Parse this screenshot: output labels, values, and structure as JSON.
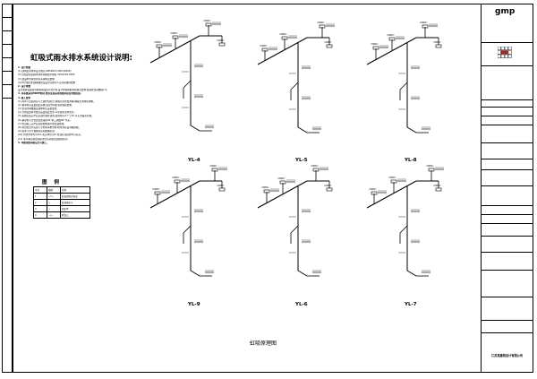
{
  "drawing": {
    "notes_title": "虹吸式雨水排水系统设计说明:",
    "notes": [
      {
        "text": "1. 设计依据",
        "heading": true
      },
      {
        "text": "(1) 建筑给水排水设计规范 GB50015-2003(2009)",
        "heading": false
      },
      {
        "text": "(2) 虹吸式屋面雨水排水系统技术规程 CECS183:2005",
        "heading": false
      },
      {
        "text": "(3) 建设单位提供的有关资料及要求",
        "heading": false
      },
      {
        "text": "(4) 甲方提供的建筑图纸及设计院技术人员对系统的要求",
        "heading": false
      },
      {
        "text": "2. 设计参数",
        "heading": true
      },
      {
        "text": "设计暴雨强度按当地暴雨强度公式计算,设计重现期取值按规范要求,屋面径流系数取1.0。",
        "heading": false
      },
      {
        "text": "3. 本系统采用HDPE管材,管道连接采用热熔对接及电熔连接。",
        "heading": true
      },
      {
        "text": "4. 施工要求",
        "heading": true
      },
      {
        "text": "(1) 雨水斗安装前应与土建密切配合,预留孔洞位置准确,确保天沟排水通畅。",
        "heading": false
      },
      {
        "text": "(2) 悬吊管应设置固定系统,固定件间距满足规程要求。",
        "heading": false
      },
      {
        "text": "(3) 管道穿越楼板及墙体时应设置套管。",
        "heading": false
      },
      {
        "text": "(4) 立管底部转弯处应设置固定支架,以承受水流冲击力。",
        "heading": false
      },
      {
        "text": "(5) 系统安装完毕后应进行灌水试验,试验时间不少于1h,以无渗漏为合格。",
        "heading": false
      },
      {
        "text": "(6) 悬吊管与立管连接处采用45°斜三通或90°弯头。",
        "heading": false
      },
      {
        "text": "(7) 管道施工完毕后应按要求进行防结露处理。",
        "heading": false
      },
      {
        "text": "(8) 排出管出户后接入室外雨水检查井,检查井应设消能措施。",
        "heading": false
      },
      {
        "text": "(9) 雨水斗型号规格详见系统图标注。",
        "heading": false
      },
      {
        "text": "(10) 管径单位均为mm,标高单位为m,管道标高指管中心标高。",
        "heading": false
      },
      {
        "text": "(11) 未尽事宜按照国家现行有关规范及规程执行。",
        "heading": false
      },
      {
        "text": "5. 本图须经审核后方可施工。",
        "heading": true
      }
    ],
    "legend_title": "图 例",
    "legend_rows": [
      [
        "序号",
        "图例",
        "名称"
      ],
      [
        "1",
        "—Y—",
        "虹吸式雨水管道"
      ],
      [
        "2",
        "○",
        "虹吸雨水斗"
      ],
      [
        "3",
        "⊥",
        "固定件"
      ],
      [
        "4",
        "—|—",
        "检查口"
      ]
    ],
    "diagram_labels": [
      "YL-4",
      "YL-5",
      "YL-8",
      "YL-9",
      "YL-6",
      "YL-7"
    ],
    "main_caption": "虹吸原理图"
  },
  "title_block": {
    "logo": "gmp",
    "company": "江苏某建筑设计有限公司",
    "rows": [
      "",
      "",
      "",
      "",
      "",
      "",
      "",
      "",
      "",
      "",
      "",
      "",
      "",
      "",
      "",
      "",
      "",
      "",
      ""
    ]
  },
  "colors": {
    "line": "#000000",
    "accent": "#d01818",
    "background": "#ffffff"
  }
}
